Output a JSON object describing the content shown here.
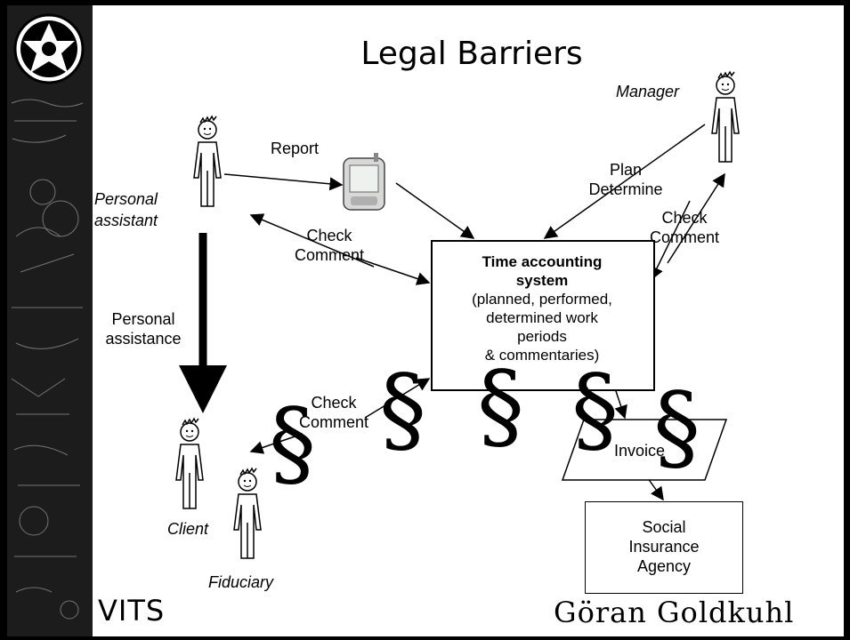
{
  "title": "Legal Barriers",
  "actors": {
    "personal_assistant": "Personal\nassistant",
    "manager": "Manager",
    "client": "Client",
    "fiduciary": "Fiduciary"
  },
  "labels": {
    "report": "Report",
    "check_comment_left_1": "Check",
    "check_comment_left_2": "Comment",
    "plan": "Plan",
    "determine": "Determine",
    "check_comment_right_1": "Check",
    "check_comment_right_2": "Comment",
    "personal_assistance_1": "Personal",
    "personal_assistance_2": "assistance",
    "check_comment_bottom_1": "Check",
    "check_comment_bottom_2": "Comment",
    "invoice": "Invoice"
  },
  "system": {
    "title_1": "Time accounting",
    "title_2": "system",
    "line_1": "(planned, performed,",
    "line_2": "determined work",
    "line_3": "periods",
    "line_4": "& commentaries)"
  },
  "agency": {
    "line_1": "Social",
    "line_2": "Insurance",
    "line_3": "Agency"
  },
  "section_symbol": "§",
  "footer": {
    "left": "VITS",
    "right": "Göran Goldkuhl"
  }
}
